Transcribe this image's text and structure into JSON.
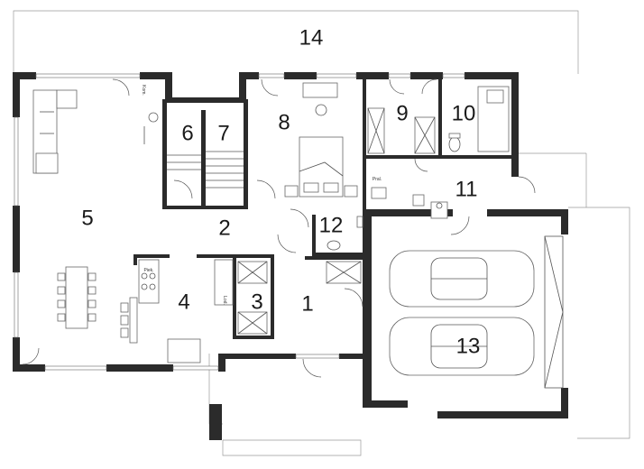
{
  "rooms": [
    {
      "id": "1",
      "label": "1"
    },
    {
      "id": "2",
      "label": "2"
    },
    {
      "id": "3",
      "label": "3"
    },
    {
      "id": "4",
      "label": "4"
    },
    {
      "id": "5",
      "label": "5"
    },
    {
      "id": "6",
      "label": "6"
    },
    {
      "id": "7",
      "label": "7"
    },
    {
      "id": "8",
      "label": "8"
    },
    {
      "id": "9",
      "label": "9"
    },
    {
      "id": "10",
      "label": "10"
    },
    {
      "id": "11",
      "label": "11"
    },
    {
      "id": "12",
      "label": "12"
    },
    {
      "id": "13",
      "label": "13"
    },
    {
      "id": "14",
      "label": "14"
    }
  ],
  "annotations": {
    "kom": "Kom.",
    "piek": "Piek.",
    "pral": "Pral.",
    "lod": "Lod."
  },
  "colors": {
    "wall": "#2b2b2b",
    "line": "#555555",
    "outline": "#9a9a9a"
  }
}
